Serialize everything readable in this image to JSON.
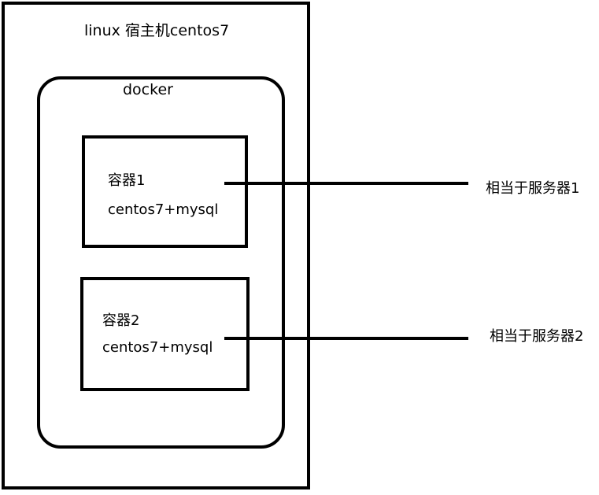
{
  "host": {
    "title": "linux  宿主机centos7"
  },
  "docker": {
    "title": "docker"
  },
  "containers": [
    {
      "name": "容器1",
      "content": "centos7+mysql",
      "equivalent": "相当于服务器1"
    },
    {
      "name": "容器2",
      "content": "centos7+mysql",
      "equivalent": "相当于服务器2"
    }
  ],
  "colors": {
    "stroke": "#000000",
    "background": "#ffffff"
  }
}
